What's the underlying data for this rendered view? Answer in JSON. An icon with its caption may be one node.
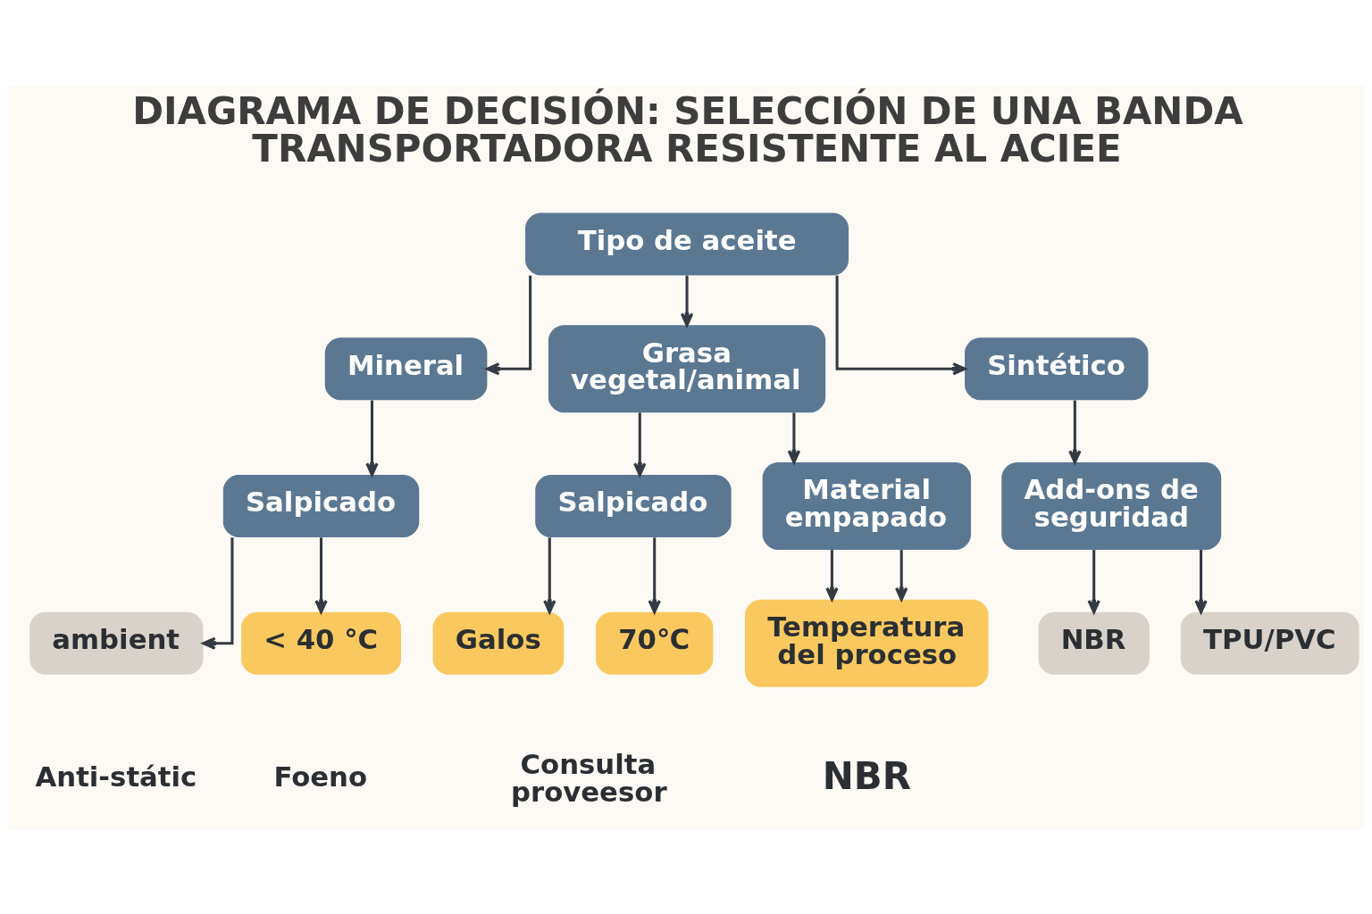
{
  "diagram": {
    "title": "DIAGRAMA DE DECISIÓN: SELECCIÓN DE UNA BANDA TRANSPORTADORA RESISTENTE AL ACIEE",
    "nodes": [
      {
        "text": [
          "Tipo de aceite"
        ]
      },
      {
        "text": [
          "Mineral"
        ]
      },
      {
        "text": [
          "Grasa vegetal/animal"
        ]
      },
      {
        "text": [
          "Sintético"
        ]
      },
      {
        "text": [
          "Salpicado"
        ]
      },
      {
        "text": [
          "Salpicado"
        ]
      },
      {
        "text": [
          "Material empapado"
        ]
      },
      {
        "text": [
          "Add-ons de seguridad"
        ]
      },
      {
        "text": [
          "ambient"
        ],
        "beside": [
          "Anti-státic"
        ]
      },
      {
        "text": [
          "< 40 °C"
        ],
        "beside": [
          "Foeno"
        ]
      },
      {
        "text": [
          "Galos"
        ]
      },
      {
        "text": [
          "70℃"
        ]
      },
      {
        "text": [
          "Temperatura del proceso"
        ],
        "beside": [
          "NBR"
        ]
      },
      {
        "text": [
          "NBR"
        ]
      },
      {
        "text": [
          "TPU/PVC"
        ]
      }
    ],
    "edges": [
      {
        "from": 0,
        "to": 1,
        "arrow": "to"
      },
      {
        "from": 0,
        "to": 2,
        "arrow": "to"
      },
      {
        "from": 0,
        "to": 3,
        "arrow": "to"
      },
      {
        "from": 1,
        "to": 4,
        "arrow": "to"
      },
      {
        "from": 2,
        "to": 5,
        "arrow": "to"
      },
      {
        "from": 2,
        "to": 6,
        "arrow": "to"
      },
      {
        "from": 3,
        "to": 7,
        "arrow": "to"
      },
      {
        "from": 4,
        "to": 8,
        "arrow": "to"
      },
      {
        "from": 4,
        "to": 9,
        "arrow": "to"
      },
      {
        "from": 5,
        "to": 10,
        "arrow": "to"
      },
      {
        "from": 5,
        "to": 11,
        "arrow": "to"
      },
      {
        "from": 6,
        "to": 12,
        "arrow": "to"
      },
      {
        "from": 6,
        "to": 12,
        "arrow": "to"
      },
      {
        "from": 7,
        "to": 13,
        "arrow": "to"
      },
      {
        "from": 7,
        "to": 14,
        "arrow": "to"
      }
    ],
    "labels": [
      "Consulta proveesor"
    ]
  }
}
